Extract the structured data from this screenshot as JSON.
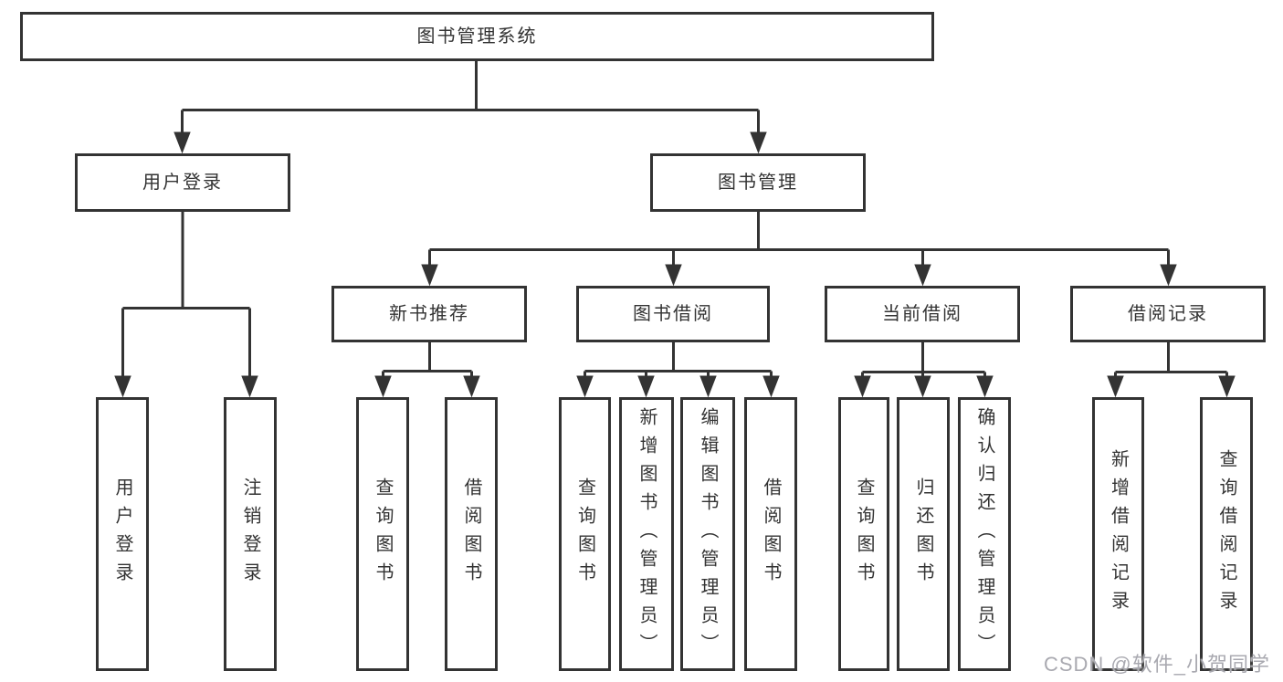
{
  "tree": {
    "label": "图书管理系统",
    "children": [
      {
        "label": "用户登录",
        "children": [
          {
            "label": "用户登录"
          },
          {
            "label": "注销登录"
          }
        ]
      },
      {
        "label": "图书管理",
        "children": [
          {
            "label": "新书推荐",
            "children": [
              {
                "label": "查询图书"
              },
              {
                "label": "借阅图书"
              }
            ]
          },
          {
            "label": "图书借阅",
            "children": [
              {
                "label": "查询图书"
              },
              {
                "label": "新增图书（管理员）"
              },
              {
                "label": "编辑图书（管理员）"
              },
              {
                "label": "借阅图书"
              }
            ]
          },
          {
            "label": "当前借阅",
            "children": [
              {
                "label": "查询图书"
              },
              {
                "label": "归还图书"
              },
              {
                "label": "确认归还（管理员）"
              }
            ]
          },
          {
            "label": "借阅记录",
            "children": [
              {
                "label": "新增借阅记录"
              },
              {
                "label": "查询借阅记录"
              }
            ]
          }
        ]
      }
    ]
  },
  "watermark": "CSDN @软件_小贺同学",
  "colors": {
    "line": "#333333",
    "box_background": "#ffffff",
    "watermark": "#a9a9b0"
  }
}
